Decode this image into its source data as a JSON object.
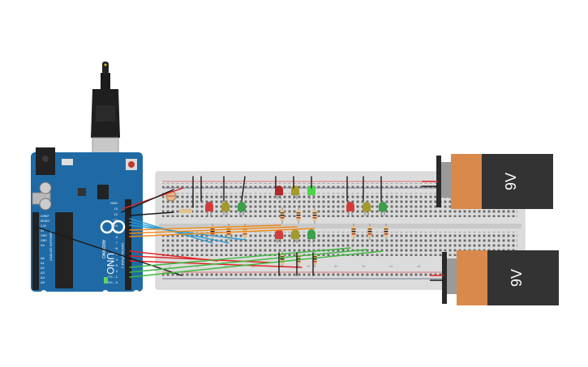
{
  "arduino": {
    "brand": "UNO",
    "logo_text": "ARDUINO",
    "digital_label": "DIGITAL (PWM~)",
    "analog_label": "ANALOG IN",
    "power_label": "POWER",
    "pin_labels": [
      "GND",
      "13",
      "12",
      "~11",
      "~10",
      "~9",
      "8",
      "7",
      "~6",
      "~5",
      "4",
      "~3",
      "2",
      "TX→1",
      "RX←0"
    ],
    "power_pins": [
      "IOREF",
      "RESET",
      "3.3V",
      "5V",
      "GND",
      "GND",
      "Vin"
    ],
    "analog_pins": [
      "A0",
      "A1",
      "A2",
      "A3",
      "A4",
      "A5"
    ]
  },
  "batteries": [
    {
      "label": "9V"
    },
    {
      "label": "9V"
    }
  ],
  "breadboard": {
    "column_numbers": [
      "1",
      "5",
      "10",
      "15",
      "20",
      "25",
      "30",
      "35",
      "40",
      "45",
      "50",
      "55",
      "60"
    ]
  },
  "leds": [
    {
      "color": "#d13b3b"
    },
    {
      "color": "#a39a2c"
    },
    {
      "color": "#3aa04a"
    },
    {
      "color": "#b02a2a"
    },
    {
      "color": "#a39a2c"
    },
    {
      "color": "#4fd34f"
    },
    {
      "color": "#d13b3b"
    },
    {
      "color": "#a39a2c"
    },
    {
      "color": "#3aa04a"
    },
    {
      "color": "#d13b3b"
    },
    {
      "color": "#a39a2c"
    },
    {
      "color": "#3aa04a"
    }
  ],
  "wire_colors": {
    "red": "#e02020",
    "black": "#1a1a1a",
    "blue": "#2a9bd6",
    "orange": "#f08a18",
    "green": "#3cba3c"
  }
}
